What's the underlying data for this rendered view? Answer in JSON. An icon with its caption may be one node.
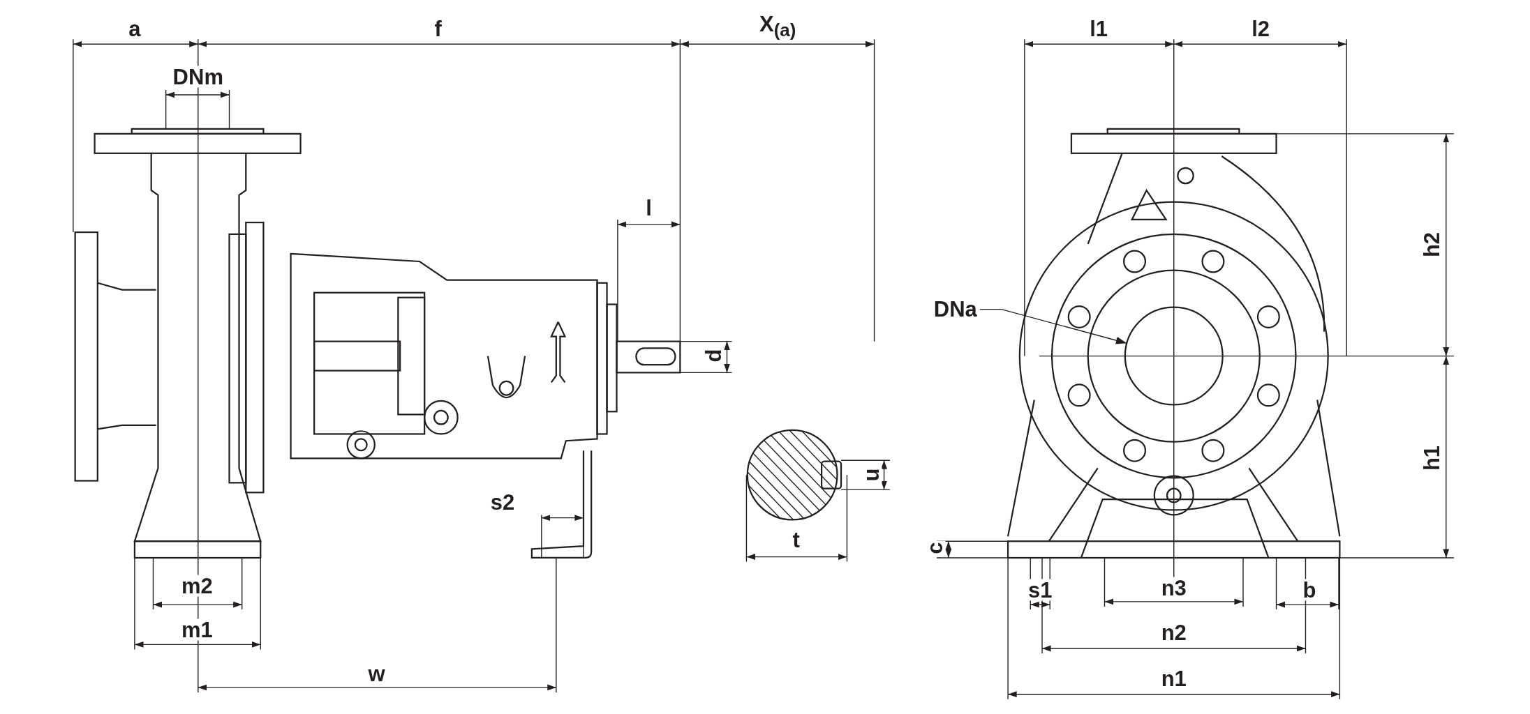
{
  "diagram": {
    "nodes": [
      {
        "text": [
          "DNa"
        ]
      },
      {
        "text": [],
        "shape": "circle"
      }
    ],
    "edges": [
      {
        "from": 0,
        "to": 1,
        "arrow": "to"
      }
    ],
    "labels": [
      "a",
      "f",
      "X$_{(a)}$",
      "l1",
      "l2",
      "DNm",
      "l",
      "h2",
      "d",
      "h1",
      "u",
      "s2",
      "c",
      "t",
      "m2",
      "s1",
      "n3",
      "b",
      "m1",
      "n2",
      "w",
      "n1"
    ]
  }
}
